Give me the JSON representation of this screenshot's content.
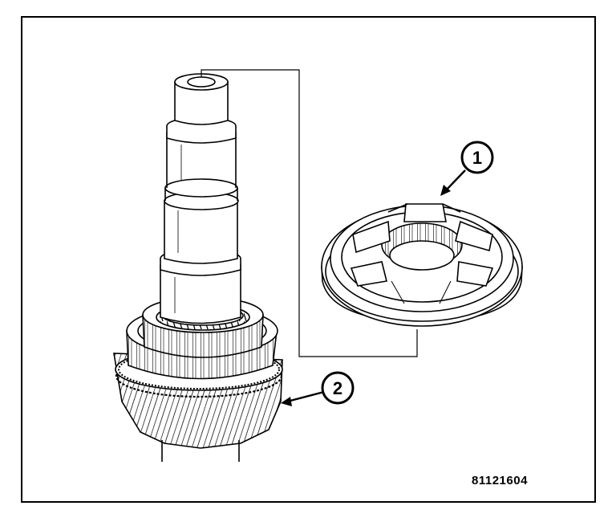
{
  "figure": {
    "figure_id": "81121604",
    "callouts": [
      {
        "number": "1",
        "part_icon": "synchronizer-ring-icon"
      },
      {
        "number": "2",
        "part_icon": "shaft-gear-icon"
      }
    ],
    "colors": {
      "line": "#000000",
      "background": "#ffffff"
    }
  }
}
